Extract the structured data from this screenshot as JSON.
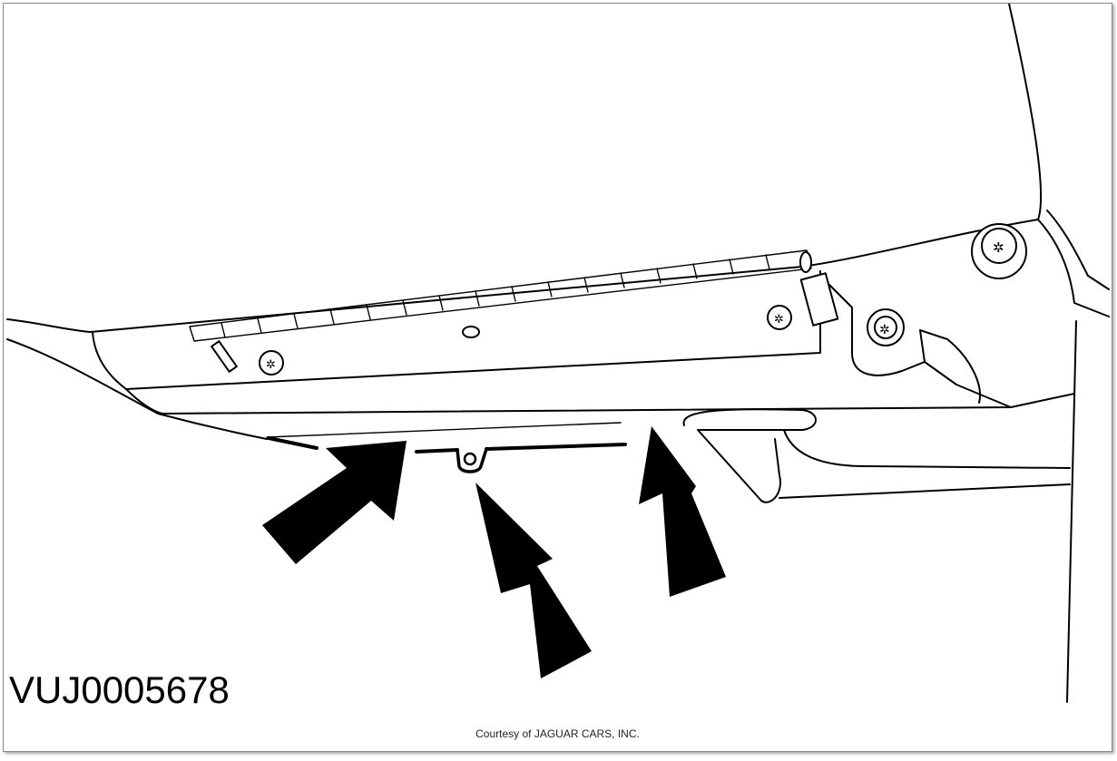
{
  "figure": {
    "id_label": "VUJ0005678",
    "credit": "Courtesy of JAGUAR CARS, INC.",
    "subject": "glovebox lower edge with clip locations",
    "callouts": [
      "arrow-left",
      "arrow-center",
      "arrow-right"
    ],
    "colors": {
      "line": "#000000",
      "background": "#ffffff",
      "frame": "#8a8a8a"
    }
  }
}
